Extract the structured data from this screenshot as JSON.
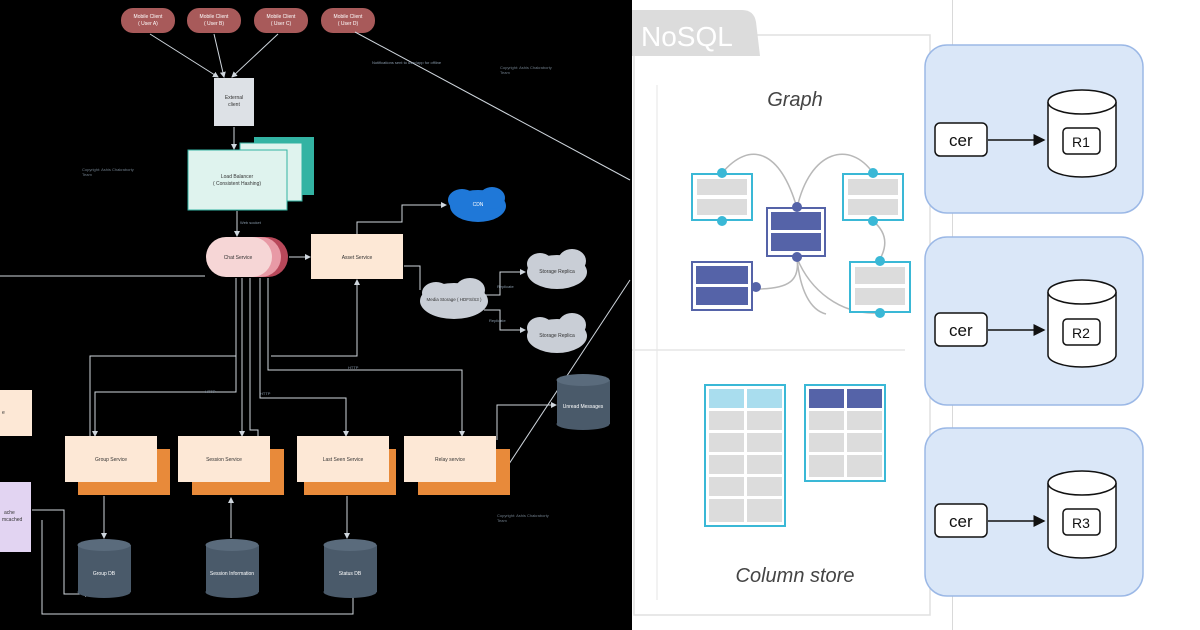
{
  "left_diagram": {
    "clients": [
      "Mobile Client\n( User A)",
      "Mobile Client\n( User B)",
      "Mobile Client\n( User C)",
      "Mobile Client\n( User D)"
    ],
    "external_client": "External\nclient",
    "load_balancer": "Load Balancer\n( Consistent Hashing)",
    "cdn": "CDN",
    "chat_service": "Chat Service",
    "asset_service": "Asset Service",
    "media_storage": "Media Storage ( HDFS/S3 )",
    "storage_replica_1": "Storage Replica",
    "storage_replica_2": "Storage Replica",
    "unread_messages": "Unread Messages",
    "group_service": "Group Service",
    "session_service": "Session Service",
    "last_seen_service": "Last Seen Service",
    "relay_service": "Relay service",
    "group_db": "Group DB",
    "session_information": "Session Information",
    "status_db": "Status DB",
    "left_edge_box_1": "e",
    "left_edge_box_2": "ache\nmcached",
    "annotation_top": "Notifications sent to user/app for offline",
    "annotation_copyright_1": "Copyright: Ashis Chakraborty\nTeam",
    "annotation_copyright_2": "Copyright: Ashis Chakraborty\nTeam",
    "annotation_copyright_3": "Copyright: Ashis Chakraborty\nTeam",
    "label_ws": "Web socket",
    "label_http_1": "HTTP",
    "label_http_2": "HTTP",
    "label_http_3": "HTTP",
    "label_replicate_1": "Replicate",
    "label_replicate_2": "Replicate"
  },
  "nosql_panel": {
    "tag": "NoSQL",
    "graph_title": "Graph",
    "column_title": "Column store"
  },
  "replica_panel": {
    "balancers": [
      "cer",
      "cer",
      "cer"
    ],
    "replicas": [
      "R1",
      "R2",
      "R3"
    ]
  },
  "colors": {
    "client": "#a85a5a",
    "external_client": "#dde1e6",
    "load_balancer": "#dff3ee",
    "load_balancer_back": "#33b3a3",
    "cdn": "#1f78d8",
    "chat_service": "#f6d6d6",
    "chat_service_back": "#b8485a",
    "service_box": "#fde8d6",
    "service_back": "#e88a3a",
    "cloud": "#c9ced6",
    "db": "#4a5a6a",
    "nosql_blue": "#5563a8",
    "nosql_cyan": "#3ab8d6",
    "replica_region": "#dae7f8",
    "replica_region_border": "#9bb8e6"
  }
}
